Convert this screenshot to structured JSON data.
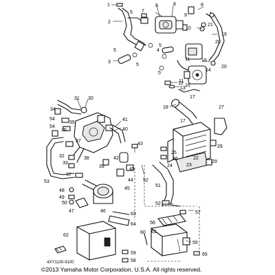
{
  "diagram": {
    "callouts": {
      "c1": "1",
      "c2": "2",
      "c3": "3",
      "c4": "4",
      "c5": "5",
      "c6": "6",
      "c7": "7",
      "c8": "8",
      "c9": "9",
      "c10": "10",
      "c11": "11",
      "c12": "12",
      "c13": "13",
      "c14": "14",
      "c15": "15",
      "c16": "16",
      "c17": "17",
      "c18": "18",
      "c19": "19",
      "c20": "20",
      "c21": "21",
      "c22": "22",
      "c23": "23",
      "c24": "24",
      "c25": "25",
      "c26": "26",
      "c27": "27",
      "c28": "28",
      "c29": "29",
      "c30": "30",
      "c31": "31",
      "c32": "32",
      "c33": "33",
      "c34": "34",
      "c35": "35",
      "c36": "36",
      "c37": "37",
      "c38": "38",
      "c39": "39",
      "c40": "40",
      "c41": "41",
      "c42": "42",
      "c43": "43",
      "c44": "44",
      "c45": "45",
      "c46": "46",
      "c47": "47",
      "c48": "48",
      "c49": "49",
      "c50": "50",
      "c51": "51",
      "c52": "52",
      "c53": "53",
      "c54": "54",
      "c55": "55",
      "c56": "56",
      "c57": "57",
      "c58": "58",
      "c59": "59",
      "c60": "60",
      "c61": "61",
      "c62": "62",
      "c63": "63",
      "c64": "64",
      "c65": "65"
    },
    "diagram_code": "4XY1100-9100",
    "copyright": "©2013 Yamaha Motor Corporation, U.S.A. All rights reserved."
  }
}
